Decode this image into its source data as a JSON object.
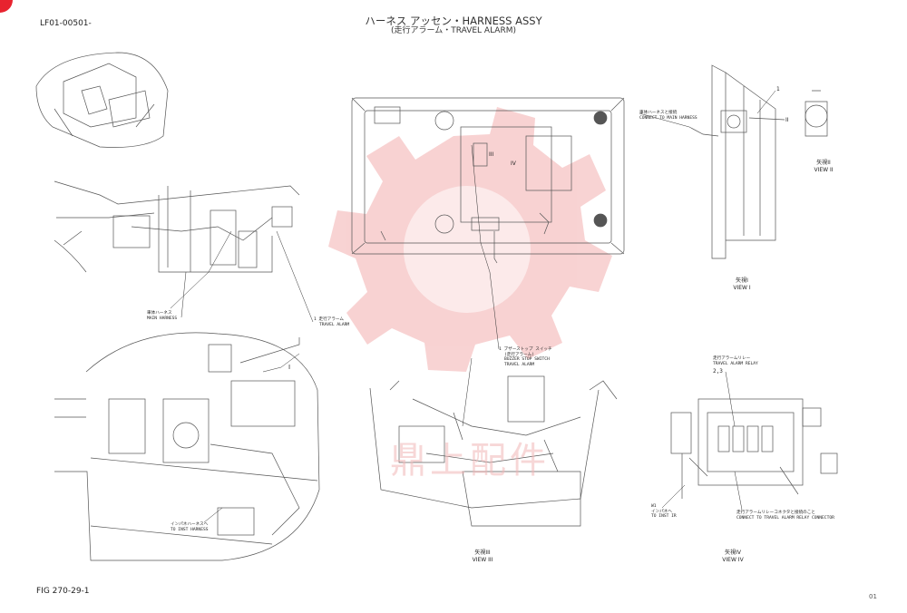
{
  "header": {
    "doc_code": "LF01-00501-",
    "title": "ハーネス アッセン・HARNESS ASSY",
    "subtitle": "(走行アラーム・TRAVEL ALARM)"
  },
  "footer": {
    "fig_label": "FIG 270-29-1",
    "page_number": "01"
  },
  "callouts": {
    "main_harness_jp": "車体ハーネス",
    "main_harness_en": "MAIN HARNESS",
    "travel_alarm_jp": "1 走行アラーム",
    "travel_alarm_en": "TRAVEL ALARM",
    "inst_harness_jp": "インパネハーネスへ",
    "inst_harness_en": "TO INST HARNESS",
    "buzzer_jp1": "1 ブザーストップ スイッチ",
    "buzzer_jp2": "(走行アラーム)",
    "buzzer_en1": "BUZZER STOP SWITCH",
    "buzzer_en2": "TRAVEL ALARM",
    "connect_main_jp": "車体ハーネスと接続",
    "connect_main_en": "CONNECT TO MAIN HARNESS",
    "relay_jp": "走行アラームリレー",
    "relay_en": "TRAVEL ALARM RELAY",
    "relay_items": "2,3",
    "relay_conn_jp": "走行アラームリレーコネクタと接続のこと",
    "relay_conn_en": "CONNECT TO TRAVEL ALARM RELAY CONNECTOR",
    "inst_ir_jp": "インパネへ",
    "inst_ir_en": "TO INST IR",
    "w1": "W1"
  },
  "views": {
    "view1_jp": "矢視I",
    "view1_en": "VIEW I",
    "view2_jp": "矢視II",
    "view2_en": "VIEW II",
    "view3_jp": "矢視III",
    "view3_en": "VIEW III",
    "view4_jp": "矢視IV",
    "view4_en": "VIEW IV"
  },
  "markers": {
    "one": "1",
    "roman_1": "I",
    "roman_2": "II",
    "roman_3": "III",
    "roman_4": "IV"
  },
  "watermark": {
    "text": "鼎上配件",
    "color": "#f2b8b8"
  },
  "colors": {
    "line": "#555555",
    "accent": "#e8232f"
  }
}
